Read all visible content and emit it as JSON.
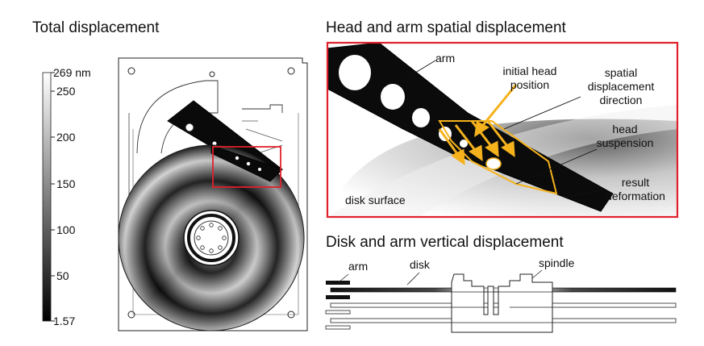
{
  "titles": {
    "total": "Total displacement",
    "head_arm": "Head and arm spatial displacement",
    "disk_arm": "Disk and arm vertical displacement"
  },
  "colorbar": {
    "max_label": "269 nm",
    "ticks": [
      "250",
      "200",
      "150",
      "100",
      "50"
    ],
    "min_label": "1.57"
  },
  "inset_labels": {
    "arm": "arm",
    "initial_head_line1": "initial head",
    "initial_head_line2": "position",
    "spatial_line1": "spatial",
    "spatial_line2": "displacement",
    "spatial_line3": "direction",
    "head_line1": "head",
    "head_line2": "suspension",
    "result_line1": "result",
    "result_line2": "deformation",
    "disk_surface": "disk surface"
  },
  "section_labels": {
    "arm": "arm",
    "disk": "disk",
    "spindle": "spindle"
  },
  "colors": {
    "highlight": "#e0202a",
    "arrow": "#f5b21c",
    "outline": "#111111"
  }
}
